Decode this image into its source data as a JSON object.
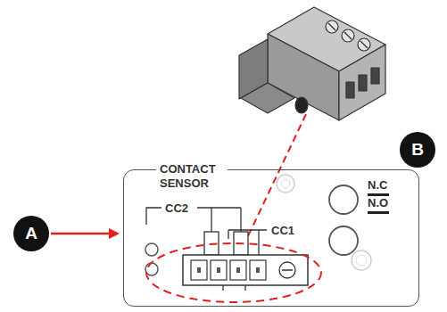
{
  "diagram": {
    "nodes": [
      {
        "text": [
          "CONTACT SENSOR"
        ]
      }
    ],
    "labels": [
      "A",
      "B",
      "CC2",
      "CC1",
      "N.C",
      "N.O"
    ]
  }
}
